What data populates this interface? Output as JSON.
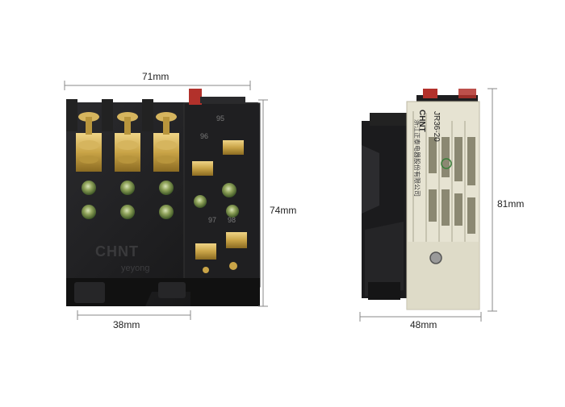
{
  "dimensions": {
    "front_width": "71mm",
    "front_height": "74mm",
    "front_base": "38mm",
    "side_height": "81mm",
    "side_depth": "48mm"
  },
  "front_view": {
    "brand_logo": "CHNT",
    "terminal_marks": [
      "95",
      "96",
      "97",
      "98"
    ]
  },
  "side_view": {
    "brand_logo": "CHNT",
    "model": "JR36-20",
    "maker": "浙江正泰电器股份有限公司"
  },
  "colors": {
    "body": "#1c1c1e",
    "brass": "#c9a447",
    "green_screw": "#4f7a3a",
    "red_tab": "#b2312b",
    "label_bg": "#e9e6d6"
  },
  "watermark": "yeyong"
}
